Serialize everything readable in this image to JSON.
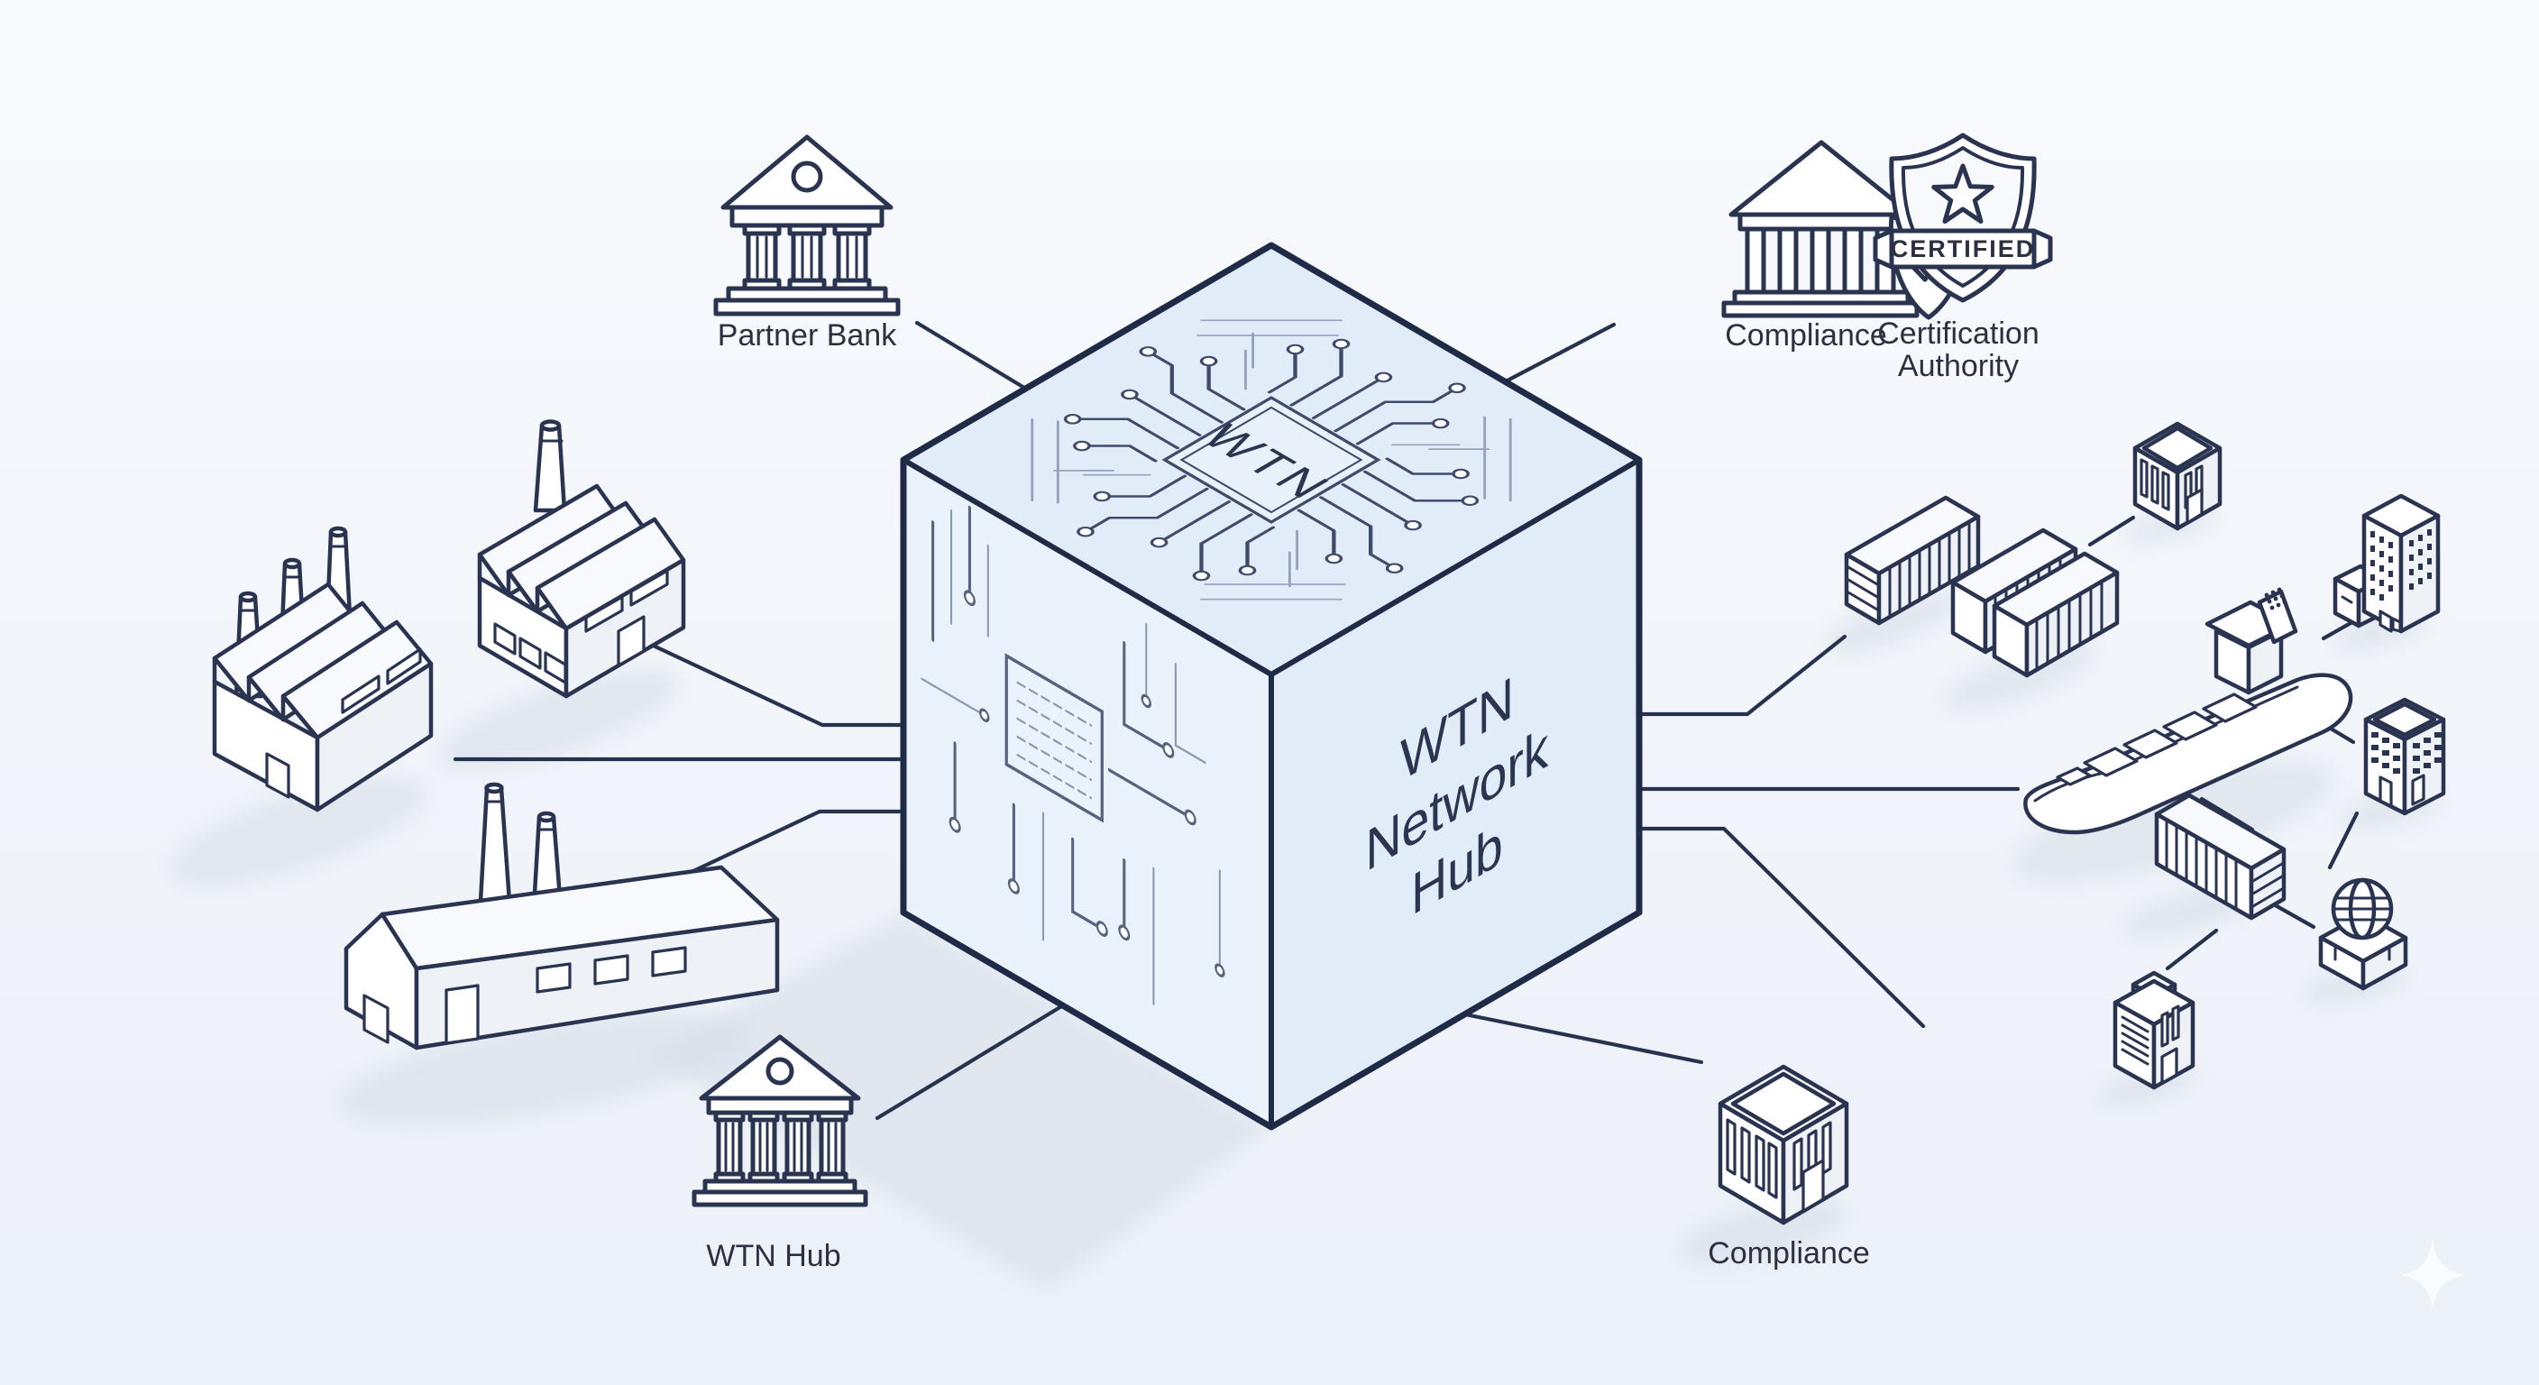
{
  "title": "WTN Network Hub diagram",
  "colors": {
    "background_top": "#f8fafd",
    "background_bottom": "#ecf0f7",
    "line": "#2a3450",
    "connector": "#27324e",
    "label": "#2b3140",
    "cube_top": "#e2ecf8",
    "cube_left": "#e9f1fa",
    "cube_right": "#e1ecf8",
    "cube_edge": "#1f2a47",
    "trace_dark": "#3f4b68",
    "trace_light": "#97a2ba",
    "shadow": "#cdd6e3"
  },
  "hub": {
    "chip_label": "WTN",
    "face_label": [
      "WTN",
      "Network",
      "Hub"
    ]
  },
  "labels": {
    "partner_bank": "Partner Bank",
    "compliance_top": "Compliance",
    "certification_line1": "Certification",
    "certification_line2": "Authority",
    "certified_badge": "CERTIFIED",
    "wtn_hub": "WTN Hub",
    "compliance_bottom": "Compliance"
  },
  "icons": [
    {
      "name": "bank-icon",
      "meaning": "partner bank"
    },
    {
      "name": "bank-shield-check-icon",
      "meaning": "compliance"
    },
    {
      "name": "certified-badge-icon",
      "meaning": "certification authority"
    },
    {
      "name": "factory-icon",
      "meaning": "manufacturer"
    },
    {
      "name": "warehouse-icon",
      "meaning": "warehouse"
    },
    {
      "name": "bank-columns-icon",
      "meaning": "WTN hub"
    },
    {
      "name": "office-building-icon",
      "meaning": "compliance office"
    },
    {
      "name": "container-icon",
      "meaning": "shipping container"
    },
    {
      "name": "cargo-ship-icon",
      "meaning": "sea freight"
    },
    {
      "name": "tower-building-icon",
      "meaning": "corporate office"
    },
    {
      "name": "globe-icon",
      "meaning": "global trade"
    },
    {
      "name": "circuit-chip-icon",
      "meaning": "WTN network core"
    }
  ]
}
